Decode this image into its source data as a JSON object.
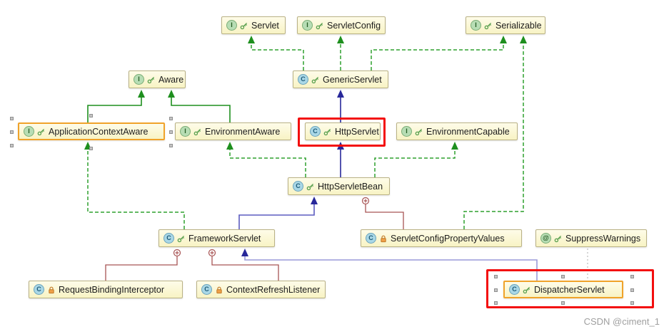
{
  "diagram": {
    "kind": "uml-class-diagram",
    "watermark": "CSDN @ciment_1",
    "colors": {
      "node_bg": "#faf6cd",
      "node_border": "#bab285",
      "selected_border": "#f0a32a",
      "implements_edge": "#2ea02e",
      "extends_interface_edge": "#1e8f1e",
      "extends_class_edge": "#28289a",
      "extends_class_edge_light": "#9a9ad8",
      "inner_class_edge": "#a85454",
      "annotation_edge": "#bcbcbc",
      "highlight_box": "#f30e0e"
    },
    "nodes": {
      "servlet": {
        "label": "Servlet",
        "letter": "I",
        "kind": "interface",
        "modifier": "public"
      },
      "servlet_config": {
        "label": "ServletConfig",
        "letter": "I",
        "kind": "interface",
        "modifier": "public"
      },
      "serializable": {
        "label": "Serializable",
        "letter": "I",
        "kind": "interface",
        "modifier": "public"
      },
      "aware": {
        "label": "Aware",
        "letter": "I",
        "kind": "interface",
        "modifier": "public"
      },
      "generic_servlet": {
        "label": "GenericServlet",
        "letter": "C",
        "kind": "class",
        "modifier": "public"
      },
      "application_context_aware": {
        "label": "ApplicationContextAware",
        "letter": "I",
        "kind": "interface",
        "modifier": "public",
        "selected": true
      },
      "environment_aware": {
        "label": "EnvironmentAware",
        "letter": "I",
        "kind": "interface",
        "modifier": "public"
      },
      "http_servlet": {
        "label": "HttpServlet",
        "letter": "C",
        "kind": "class",
        "modifier": "public",
        "highlighted": true
      },
      "environment_capable": {
        "label": "EnvironmentCapable",
        "letter": "I",
        "kind": "interface",
        "modifier": "public"
      },
      "http_servlet_bean": {
        "label": "HttpServletBean",
        "letter": "C",
        "kind": "class",
        "modifier": "public"
      },
      "framework_servlet": {
        "label": "FrameworkServlet",
        "letter": "C",
        "kind": "class",
        "modifier": "public"
      },
      "servlet_config_property_values": {
        "label": "ServletConfigPropertyValues",
        "letter": "C",
        "kind": "class",
        "modifier": "private"
      },
      "suppress_warnings": {
        "label": "SuppressWarnings",
        "letter": "@",
        "kind": "annotation",
        "modifier": "public"
      },
      "request_binding_interceptor": {
        "label": "RequestBindingInterceptor",
        "letter": "C",
        "kind": "class",
        "modifier": "private"
      },
      "context_refresh_listener": {
        "label": "ContextRefreshListener",
        "letter": "C",
        "kind": "class",
        "modifier": "private"
      },
      "dispatcher_servlet": {
        "label": "DispatcherServlet",
        "letter": "C",
        "kind": "class",
        "modifier": "public",
        "selected": true,
        "highlighted": true
      }
    },
    "relationships": [
      {
        "from": "GenericServlet",
        "to": "Servlet",
        "type": "implements"
      },
      {
        "from": "GenericServlet",
        "to": "ServletConfig",
        "type": "implements"
      },
      {
        "from": "GenericServlet",
        "to": "Serializable",
        "type": "implements"
      },
      {
        "from": "ApplicationContextAware",
        "to": "Aware",
        "type": "extends"
      },
      {
        "from": "EnvironmentAware",
        "to": "Aware",
        "type": "extends"
      },
      {
        "from": "HttpServlet",
        "to": "GenericServlet",
        "type": "extends"
      },
      {
        "from": "HttpServletBean",
        "to": "HttpServlet",
        "type": "extends"
      },
      {
        "from": "HttpServletBean",
        "to": "EnvironmentAware",
        "type": "implements"
      },
      {
        "from": "HttpServletBean",
        "to": "EnvironmentCapable",
        "type": "implements"
      },
      {
        "from": "FrameworkServlet",
        "to": "HttpServletBean",
        "type": "extends"
      },
      {
        "from": "FrameworkServlet",
        "to": "ApplicationContextAware",
        "type": "implements"
      },
      {
        "from": "DispatcherServlet",
        "to": "FrameworkServlet",
        "type": "extends"
      },
      {
        "from": "ServletConfigPropertyValues",
        "to": "Serializable",
        "type": "implements"
      },
      {
        "from": "HttpServletBean",
        "to": "ServletConfigPropertyValues",
        "type": "inner-class"
      },
      {
        "from": "FrameworkServlet",
        "to": "RequestBindingInterceptor",
        "type": "inner-class"
      },
      {
        "from": "FrameworkServlet",
        "to": "ContextRefreshListener",
        "type": "inner-class"
      },
      {
        "from": "DispatcherServlet",
        "to": "SuppressWarnings",
        "type": "annotated-with"
      }
    ]
  }
}
